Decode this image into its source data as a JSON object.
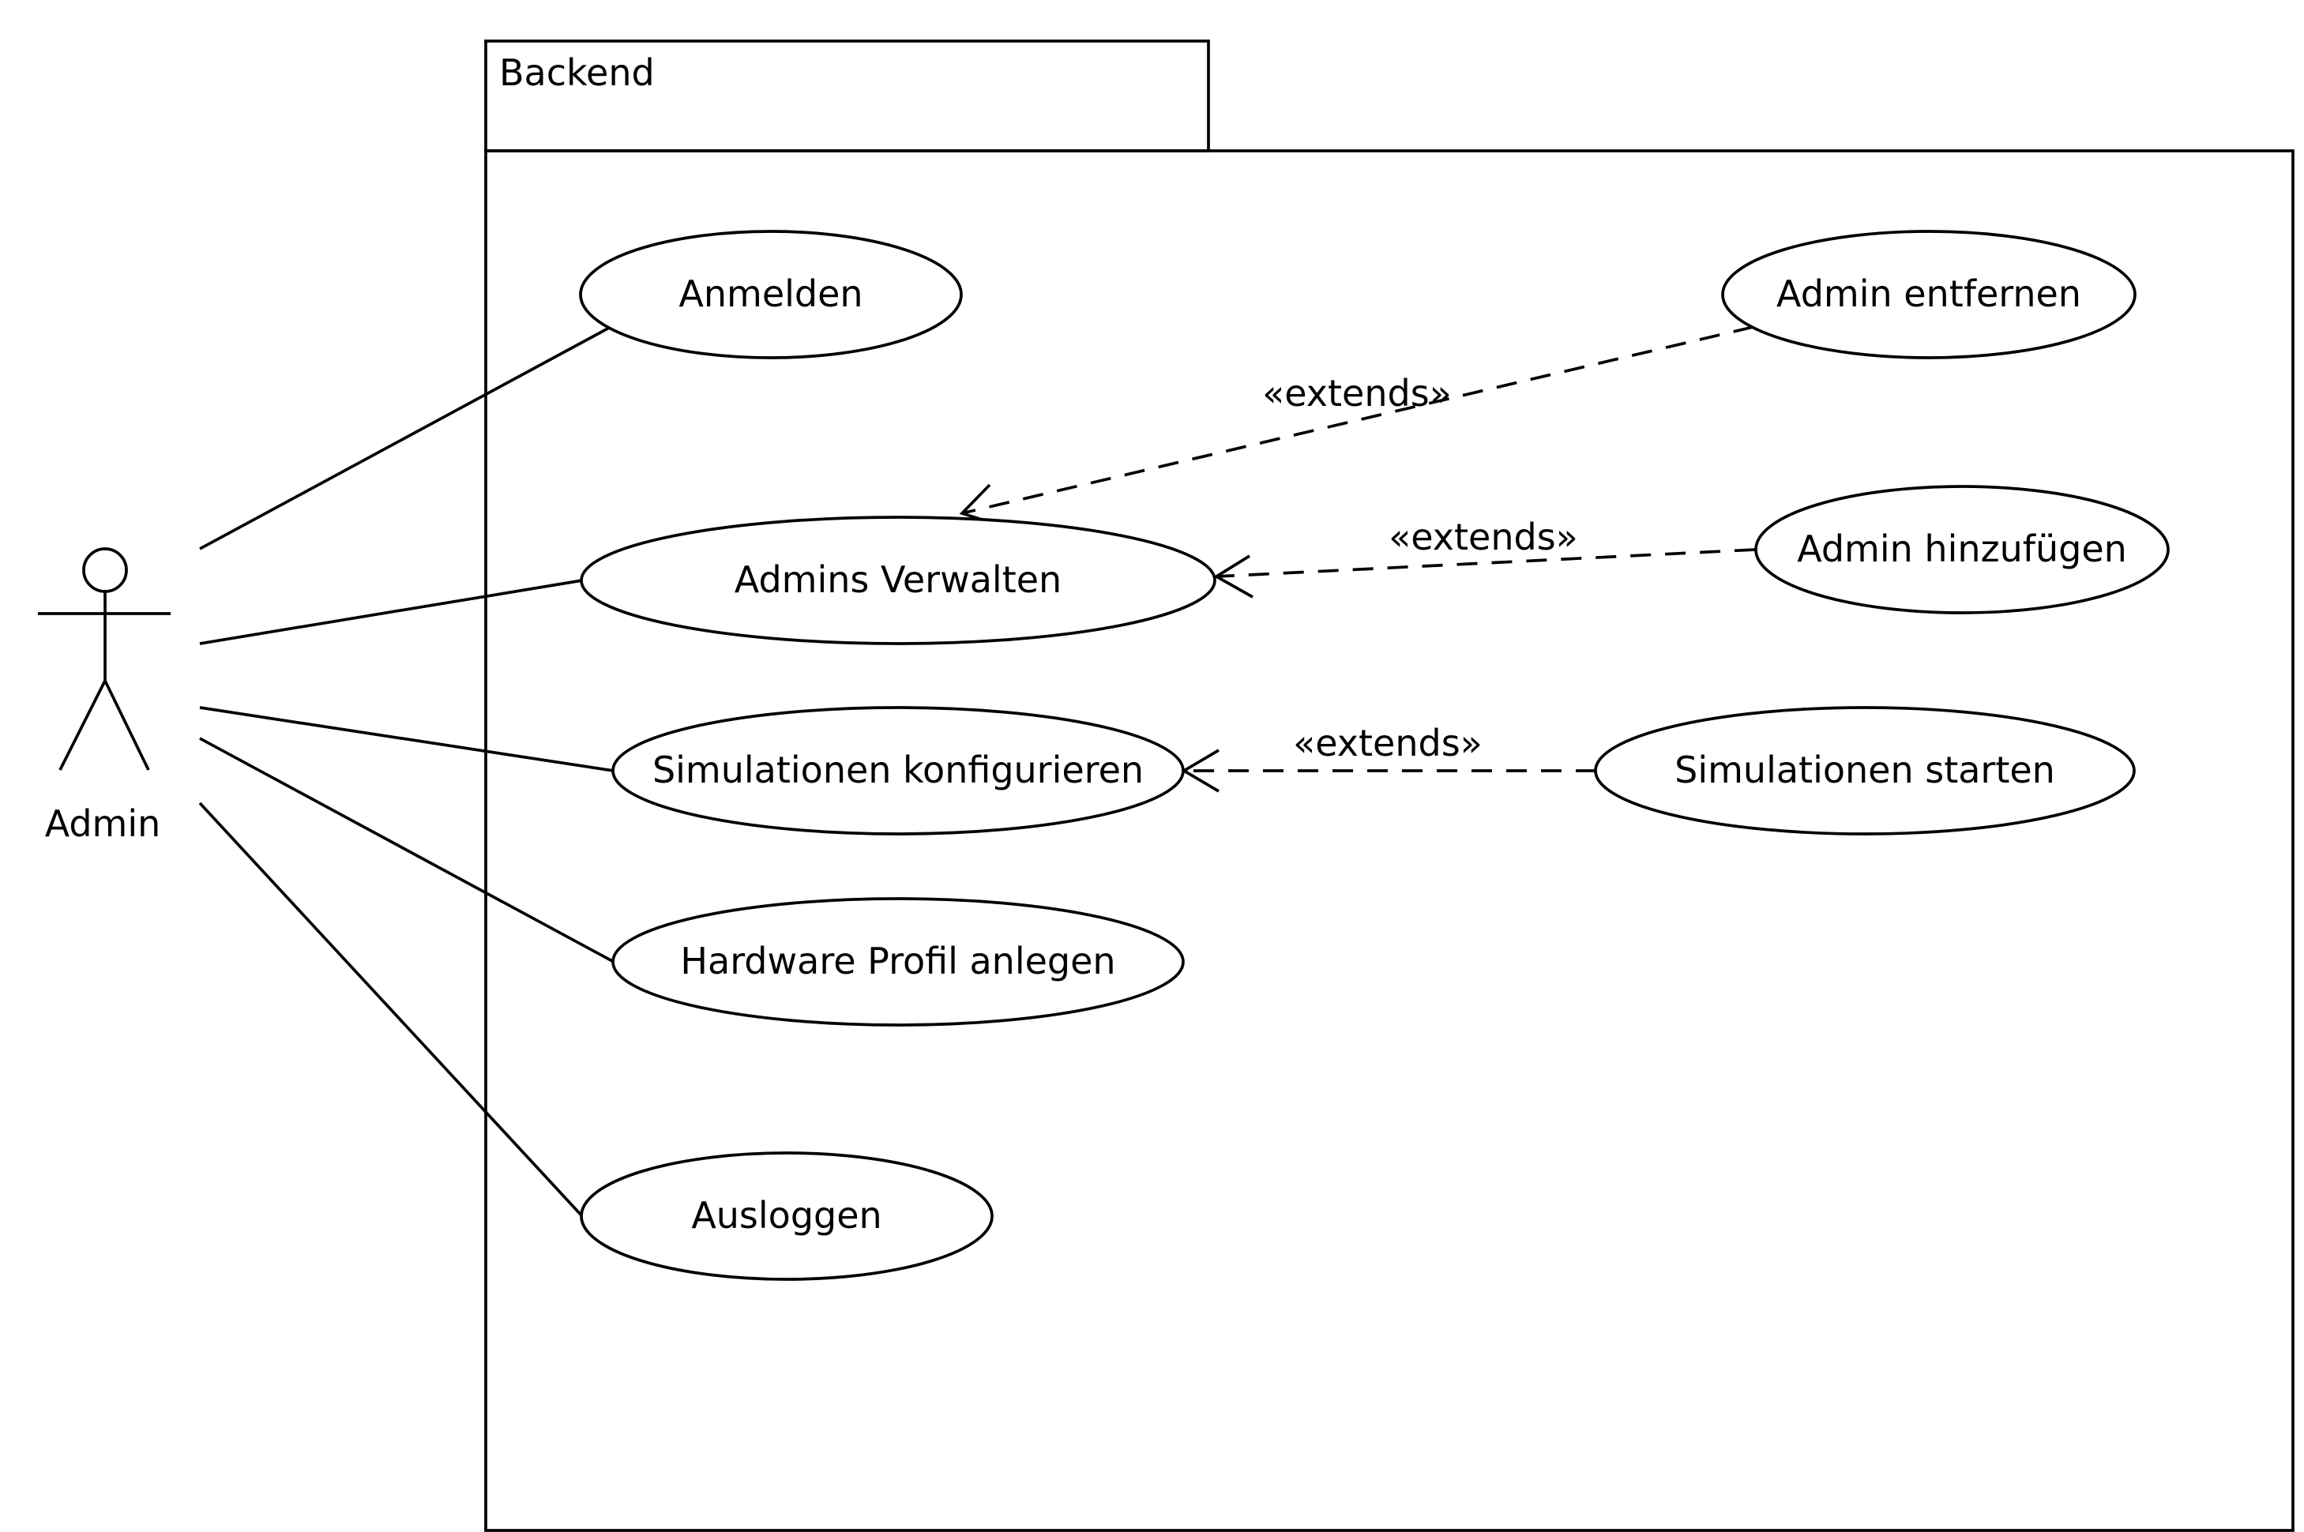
{
  "diagram": {
    "type": "uml-use-case",
    "system": {
      "name": "Backend"
    },
    "actor": {
      "name": "Admin"
    },
    "use_cases": {
      "anmelden": "Anmelden",
      "admins_verwalten": "Admins Verwalten",
      "simulationen_konfigurieren": "Simulationen konfigurieren",
      "hardware_profil_anlegen": "Hardware Profil anlegen",
      "ausloggen": "Ausloggen",
      "admin_entfernen": "Admin entfernen",
      "admin_hinzufuegen": "Admin hinzufügen",
      "simulationen_starten": "Simulationen starten"
    },
    "associations": [
      {
        "from": "Admin",
        "to": "Anmelden"
      },
      {
        "from": "Admin",
        "to": "Admins Verwalten"
      },
      {
        "from": "Admin",
        "to": "Simulationen konfigurieren"
      },
      {
        "from": "Admin",
        "to": "Hardware Profil anlegen"
      },
      {
        "from": "Admin",
        "to": "Ausloggen"
      }
    ],
    "extends": [
      {
        "from": "Admin entfernen",
        "to": "Admins Verwalten",
        "label": "«extends»"
      },
      {
        "from": "Admin hinzufügen",
        "to": "Admins Verwalten",
        "label": "«extends»"
      },
      {
        "from": "Simulationen starten",
        "to": "Simulationen konfigurieren",
        "label": "«extends»"
      }
    ]
  }
}
